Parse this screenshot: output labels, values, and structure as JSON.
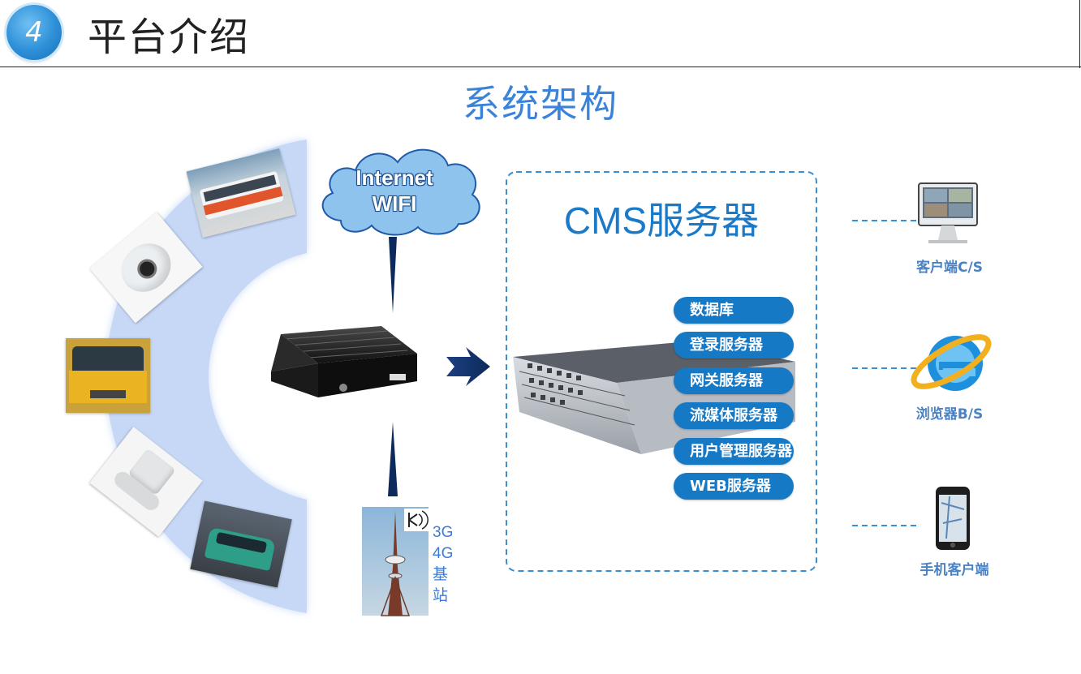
{
  "header": {
    "badge_number": "4",
    "section_title": "平台介绍"
  },
  "diagram": {
    "title": "系统架构",
    "cloud": {
      "line1": "Internet",
      "line2": "WIFI"
    },
    "tower": {
      "line1": "3G",
      "line2": "4G",
      "line3": "基",
      "line4": "站"
    },
    "cms": {
      "title": "CMS服务器",
      "modules": [
        "数据库",
        "登录服务器",
        "网关服务器",
        "流媒体服务器",
        "用户管理服务器",
        "WEB服务器"
      ]
    },
    "clients": [
      {
        "label": "客户端C/S",
        "icon": "monitor-icon"
      },
      {
        "label": "浏览器B/S",
        "icon": "ie-browser-icon"
      },
      {
        "label": "手机客户端",
        "icon": "phone-icon"
      }
    ],
    "devices": [
      "bus-photo",
      "dome-camera-photo",
      "school-bus-photo",
      "ptz-camera-photo",
      "taxi-photo"
    ],
    "colors": {
      "accent": "#3b83d8",
      "pill": "#1679c6",
      "arc": "#c6d8f6",
      "dashed": "#3a8fd0"
    }
  }
}
